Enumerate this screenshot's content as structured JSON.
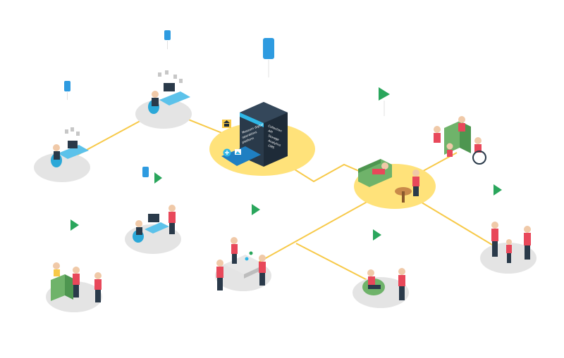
{
  "server": {
    "front_lines": [
      "Museum digital",
      "operations",
      "platform"
    ],
    "side_lines": [
      "Collection",
      "API",
      "Storage",
      "Analytics",
      "CMS"
    ]
  },
  "colors": {
    "hub_yellow": "#FFE27A",
    "line_yellow": "#F7C948",
    "platform_gray": "#E4E4E4",
    "server_dark": "#1E2B38",
    "server_accent": "#2FB7E6",
    "marker_blue": "#2E9BE0",
    "flag_green": "#2AA65C",
    "person_red": "#E8485A",
    "person_blue": "#2BA8D8",
    "sofa_green": "#6FB36A"
  },
  "icons": {
    "markers": [
      "doc-marker-icon",
      "flag-marker-icon"
    ],
    "badges": [
      "museum-icon",
      "plus-icon",
      "image-icon"
    ]
  }
}
